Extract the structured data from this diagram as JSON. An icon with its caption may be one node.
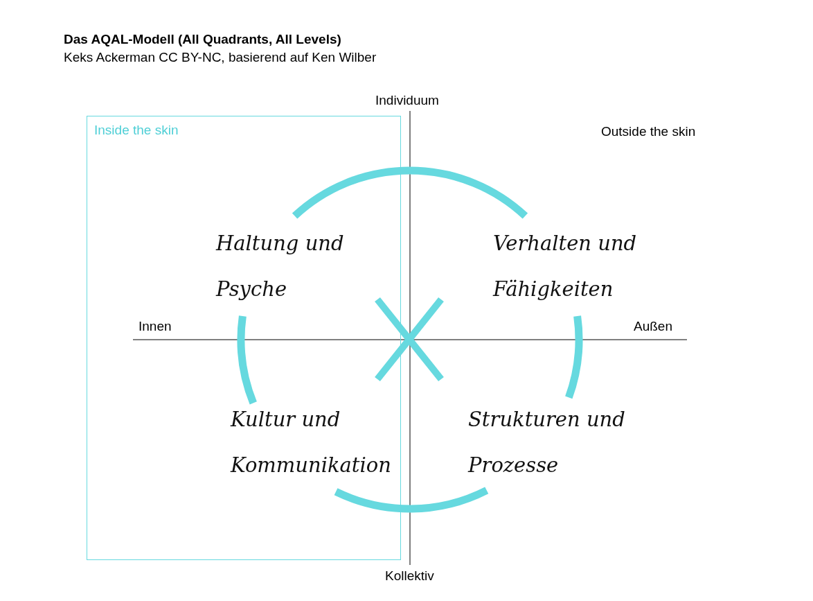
{
  "diagram": {
    "title": "Das AQAL-Modell (All Quadrants, All Levels)",
    "nodes": [
      {
        "text": [
          "Inside the skin"
        ]
      }
    ],
    "labels": [
      "Keks Ackerman CC BY-NC, basierend auf Ken Wilber",
      "Individuum",
      "Outside the skin",
      "Innen",
      "Außen",
      "Haltung und Psyche",
      "Verhalten und Fähigkeiten",
      "Kultur und Kommunikation",
      "Strukturen und Prozesse",
      "Kollektiv"
    ]
  }
}
